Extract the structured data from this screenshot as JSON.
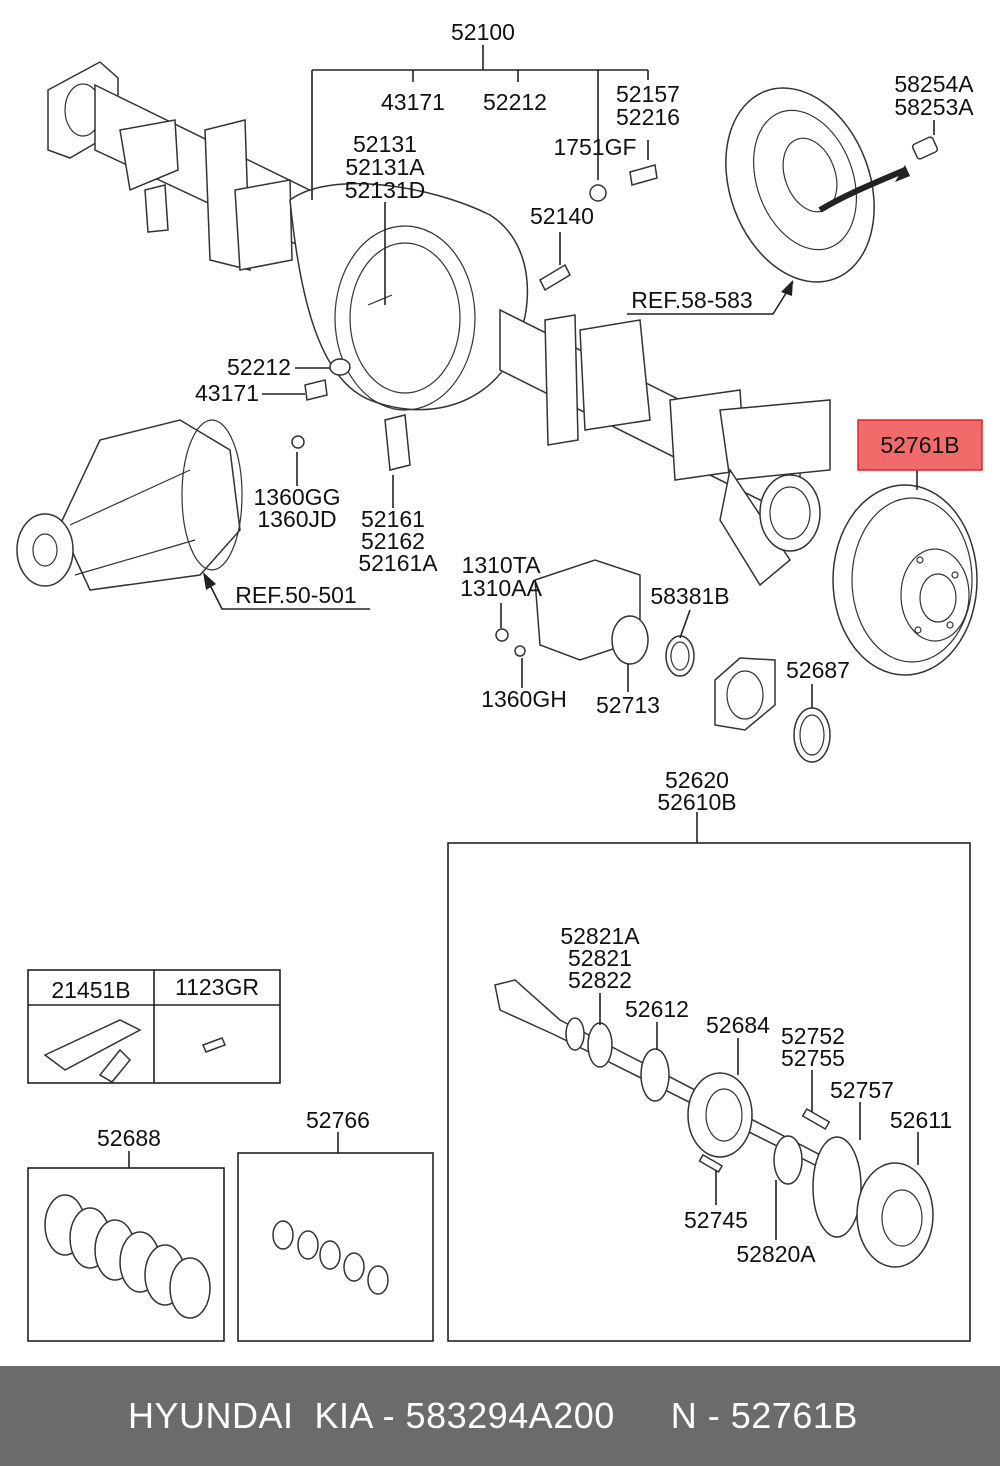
{
  "callouts": {
    "c52100": "52100",
    "c43171a": "43171",
    "c52212a": "52212",
    "c52157": "52157",
    "c52216": "52216",
    "c1751gf": "1751GF",
    "c58254a": "58254A",
    "c58253a": "58253A",
    "c52131": "52131",
    "c52131a": "52131A",
    "c52131d": "52131D",
    "c52140": "52140",
    "ref58583": "REF.58-583",
    "c52212b": "52212",
    "c43171b": "43171",
    "c1360gg": "1360GG",
    "c1360jd": "1360JD",
    "c52161": "52161",
    "c52162": "52162",
    "c52161a": "52161A",
    "ref50501": "REF.50-501",
    "c1310ta": "1310TA",
    "c1310aa": "1310AA",
    "c1360gh": "1360GH",
    "c52713": "52713",
    "c58381b": "58381B",
    "c52687": "52687",
    "c52761b": "52761B",
    "c52620": "52620",
    "c52610b": "52610B",
    "c52821a": "52821A",
    "c52821": "52821",
    "c52822": "52822",
    "c52612": "52612",
    "c52684": "52684",
    "c52752": "52752",
    "c52755": "52755",
    "c52757": "52757",
    "c52611": "52611",
    "c52745": "52745",
    "c52820a": "52820A",
    "c21451b": "21451B",
    "c1123gr": "1123GR",
    "c52688": "52688",
    "c52766": "52766"
  },
  "highlight": {
    "part": "52761B",
    "fill": "#f26b6b",
    "border": "#d92b2b"
  },
  "footer": {
    "brand_line": "HYUNDAI  KIA - 583294A200",
    "number_line": "N - 52761B",
    "background": "#6b6b6b"
  }
}
